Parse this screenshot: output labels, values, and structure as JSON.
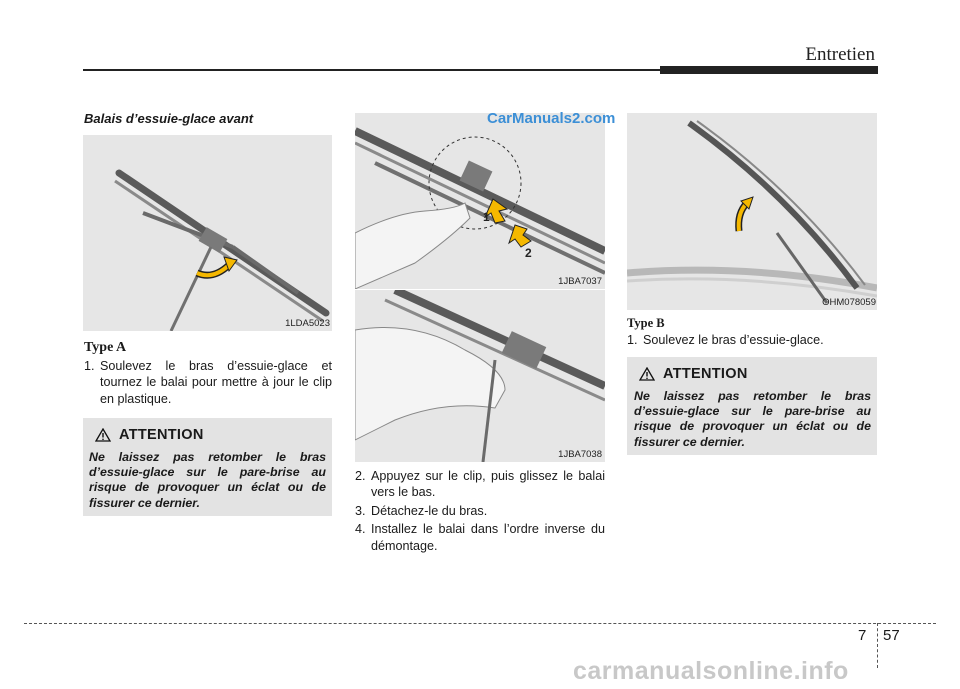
{
  "header": {
    "title": "Entretien"
  },
  "section": {
    "heading": "Balais d’essuie-glace avant"
  },
  "figures": {
    "fig1": {
      "code": "1LDA5023"
    },
    "fig2": {
      "code": "1JBA7037",
      "label_1": "1",
      "label_2": "2"
    },
    "fig3": {
      "code": "1JBA7038"
    },
    "fig4": {
      "code": "OHM078059"
    }
  },
  "type_a": {
    "title": "Type A",
    "steps": [
      {
        "num": "1.",
        "text": "Soulevez le bras d’essuie-glace et tournez le balai pour mettre à jour le clip en plastique."
      }
    ]
  },
  "middle_steps": [
    {
      "num": "2.",
      "text": "Appuyez sur le clip, puis glissez le balai vers le bas."
    },
    {
      "num": "3.",
      "text": "Détachez-le du bras."
    },
    {
      "num": "4.",
      "text": "Installez le balai dans l’ordre inverse du démontage."
    }
  ],
  "type_b": {
    "title": "Type B",
    "steps": [
      {
        "num": "1.",
        "text": "Soulevez le bras d’essuie-glace."
      }
    ]
  },
  "caution_1": {
    "title": "ATTENTION",
    "body": "Ne laissez pas retomber le bras d’essuie-glace sur le pare-brise au risque de provoquer un éclat ou de fissurer ce dernier."
  },
  "caution_2": {
    "title": "ATTENTION",
    "body": "Ne laissez pas retomber le bras d’essuie-glace sur le pare-brise au risque de provoquer un éclat ou de fissurer ce dernier."
  },
  "watermark": "CarManuals2.com",
  "footer": {
    "chapter": "7",
    "page": "57",
    "site": "carmanualsonline.info"
  }
}
